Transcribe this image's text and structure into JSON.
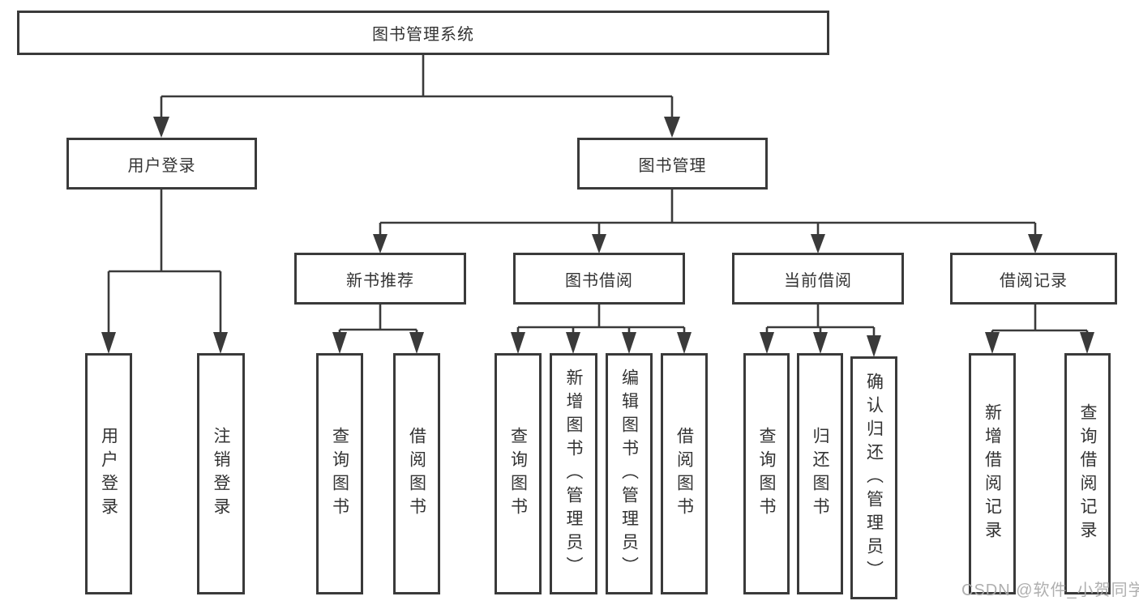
{
  "diagram": {
    "type": "hierarchy-flowchart",
    "colors": {
      "line": "#3a3a3a",
      "box_border": "#3a3a3a",
      "box_fill": "#ffffff",
      "text": "#333333",
      "watermark": "#ababab"
    },
    "nodes": {
      "root": {
        "id": "library-management-system",
        "label": "图书管理系统"
      },
      "level2": [
        {
          "id": "user-login",
          "label": "用户登录",
          "parent": "library-management-system"
        },
        {
          "id": "book-management",
          "label": "图书管理",
          "parent": "library-management-system"
        }
      ],
      "level3": [
        {
          "id": "new-book-recommend",
          "label": "新书推荐",
          "parent": "book-management"
        },
        {
          "id": "book-borrowing",
          "label": "图书借阅",
          "parent": "book-management"
        },
        {
          "id": "current-borrowing",
          "label": "当前借阅",
          "parent": "book-management"
        },
        {
          "id": "borrowing-records",
          "label": "借阅记录",
          "parent": "book-management"
        }
      ],
      "leaves": [
        {
          "id": "leaf-user-login",
          "label": "用户登录",
          "parent": "user-login"
        },
        {
          "id": "leaf-logout",
          "label": "注销登录",
          "parent": "user-login"
        },
        {
          "id": "leaf-query-books-recommend",
          "label": "查询图书",
          "parent": "new-book-recommend"
        },
        {
          "id": "leaf-borrow-books-recommend",
          "label": "借阅图书",
          "parent": "new-book-recommend"
        },
        {
          "id": "leaf-query-books-borrowing",
          "label": "查询图书",
          "parent": "book-borrowing"
        },
        {
          "id": "leaf-add-books-admin",
          "label": "新增图书（管理员）",
          "parent": "book-borrowing"
        },
        {
          "id": "leaf-edit-books-admin",
          "label": "编辑图书（管理员）",
          "parent": "book-borrowing"
        },
        {
          "id": "leaf-borrow-books-borrowing",
          "label": "借阅图书",
          "parent": "book-borrowing"
        },
        {
          "id": "leaf-query-books-current",
          "label": "查询图书",
          "parent": "current-borrowing"
        },
        {
          "id": "leaf-return-books",
          "label": "归还图书",
          "parent": "current-borrowing"
        },
        {
          "id": "leaf-confirm-return-admin",
          "label": "确认归还（管理员）",
          "parent": "current-borrowing"
        },
        {
          "id": "leaf-add-borrow-record",
          "label": "新增借阅记录",
          "parent": "borrowing-records"
        },
        {
          "id": "leaf-query-borrow-record",
          "label": "查询借阅记录",
          "parent": "borrowing-records"
        }
      ]
    },
    "watermark": "CSDN @软件_小贺同学"
  }
}
